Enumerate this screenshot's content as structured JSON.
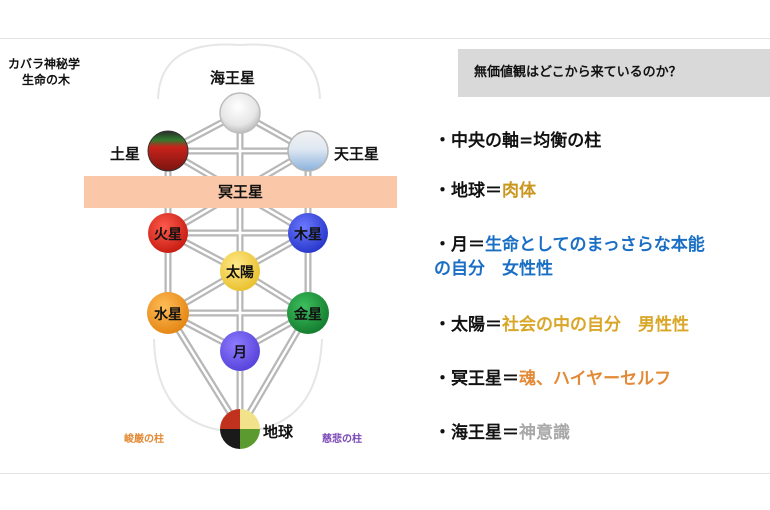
{
  "corner_title": [
    "カバラ神秘学",
    "生命の木"
  ],
  "question": "無価値観はどこから来ているのか？",
  "band_label": "冥王星",
  "colors": {
    "band": "#fac8a8",
    "mars": "#e8261c",
    "jupiter": "#3a48dc",
    "sun": "#f3d34a",
    "mercury": "#f29a1d",
    "venus": "#1b8f3a",
    "moon": "#6b54e8",
    "accent_blue": "#1a6fc4",
    "accent_gold": "#d9a627",
    "accent_orange": "#e38a36",
    "accent_gray": "#a8a8a8"
  },
  "planets": {
    "neptune": "海王星",
    "saturn": "土星",
    "uranus": "天王星",
    "mars": "火星",
    "jupiter": "木星",
    "sun": "太陽",
    "mercury": "水星",
    "venus": "金星",
    "moon": "月",
    "earth": "地球"
  },
  "pillars": {
    "left": "峻厳の柱",
    "right": "慈悲の柱"
  },
  "bullets": [
    {
      "prefix": "・中央の軸=均衡の柱",
      "value": ""
    },
    {
      "prefix": "・地球＝",
      "value": "肉体"
    },
    {
      "prefix": "・月＝",
      "value": "生命としてのまっさらな本能",
      "line2": "の自分　女性性"
    },
    {
      "prefix": "・太陽＝",
      "value": "社会の中の自分　男性性"
    },
    {
      "prefix": "・冥王星＝",
      "value": "魂、ハイヤーセルフ"
    },
    {
      "prefix": "・海王星＝",
      "value": "神意識"
    }
  ]
}
